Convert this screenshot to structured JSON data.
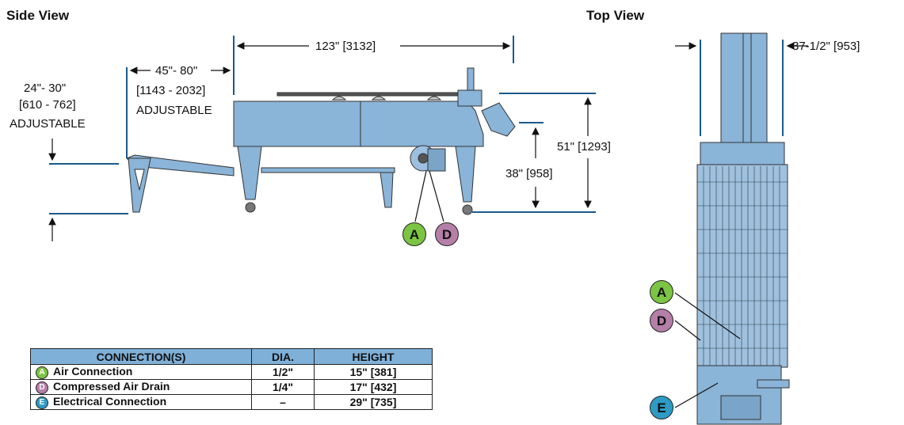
{
  "titles": {
    "side_view": "Side View",
    "top_view": "Top View"
  },
  "dimensions": {
    "overall_length": "123\" [3132]",
    "infeed_length": "45\"- 80\"",
    "infeed_length_mm": "[1143 - 2032]",
    "infeed_adjustable": "ADJUSTABLE",
    "infeed_height": "24\"- 30\"",
    "infeed_height_mm": "[610 - 762]",
    "infeed_height_adjustable": "ADJUSTABLE",
    "overall_height": "51\" [1293]",
    "discharge_height": "38\" [958]",
    "overall_width": "37-1/2\" [953]"
  },
  "callouts": {
    "a": "A",
    "d": "D",
    "e": "E",
    "colors": {
      "a": "#7cc443",
      "d": "#b57fa8",
      "e": "#2e9bc4"
    }
  },
  "machine_color": "#8ab4d8",
  "table": {
    "headers": [
      "CONNECTION(S)",
      "DIA.",
      "HEIGHT"
    ],
    "rows": [
      {
        "tag": "A",
        "connection": "Air Connection",
        "dia": "1/2\"",
        "height": "15\" [381]"
      },
      {
        "tag": "D",
        "connection": "Compressed Air Drain",
        "dia": "1/4\"",
        "height": "17\" [432]"
      },
      {
        "tag": "E",
        "connection": "Electrical Connection",
        "dia": "–",
        "height": "29\" [735]"
      }
    ]
  }
}
